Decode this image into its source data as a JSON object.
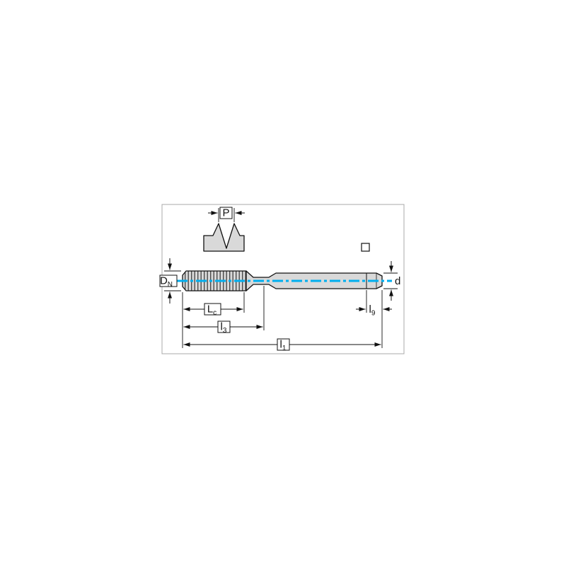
{
  "diagram": {
    "labels": {
      "pitch": {
        "main": "P",
        "sub": ""
      },
      "nominal_diameter": {
        "main": "D",
        "sub": "N"
      },
      "shank_diameter": {
        "main": "d",
        "sub": ""
      },
      "chamfer_length": {
        "main": "L",
        "sub": "c"
      },
      "thread_length": {
        "main": "l",
        "sub": "3"
      },
      "overall_length": {
        "main": "l",
        "sub": "1"
      },
      "square_length": {
        "main": "l",
        "sub": "9"
      }
    },
    "colors": {
      "centerline": "#00AEEF",
      "body_fill": "#D9D9D9",
      "outline": "#111111"
    }
  }
}
